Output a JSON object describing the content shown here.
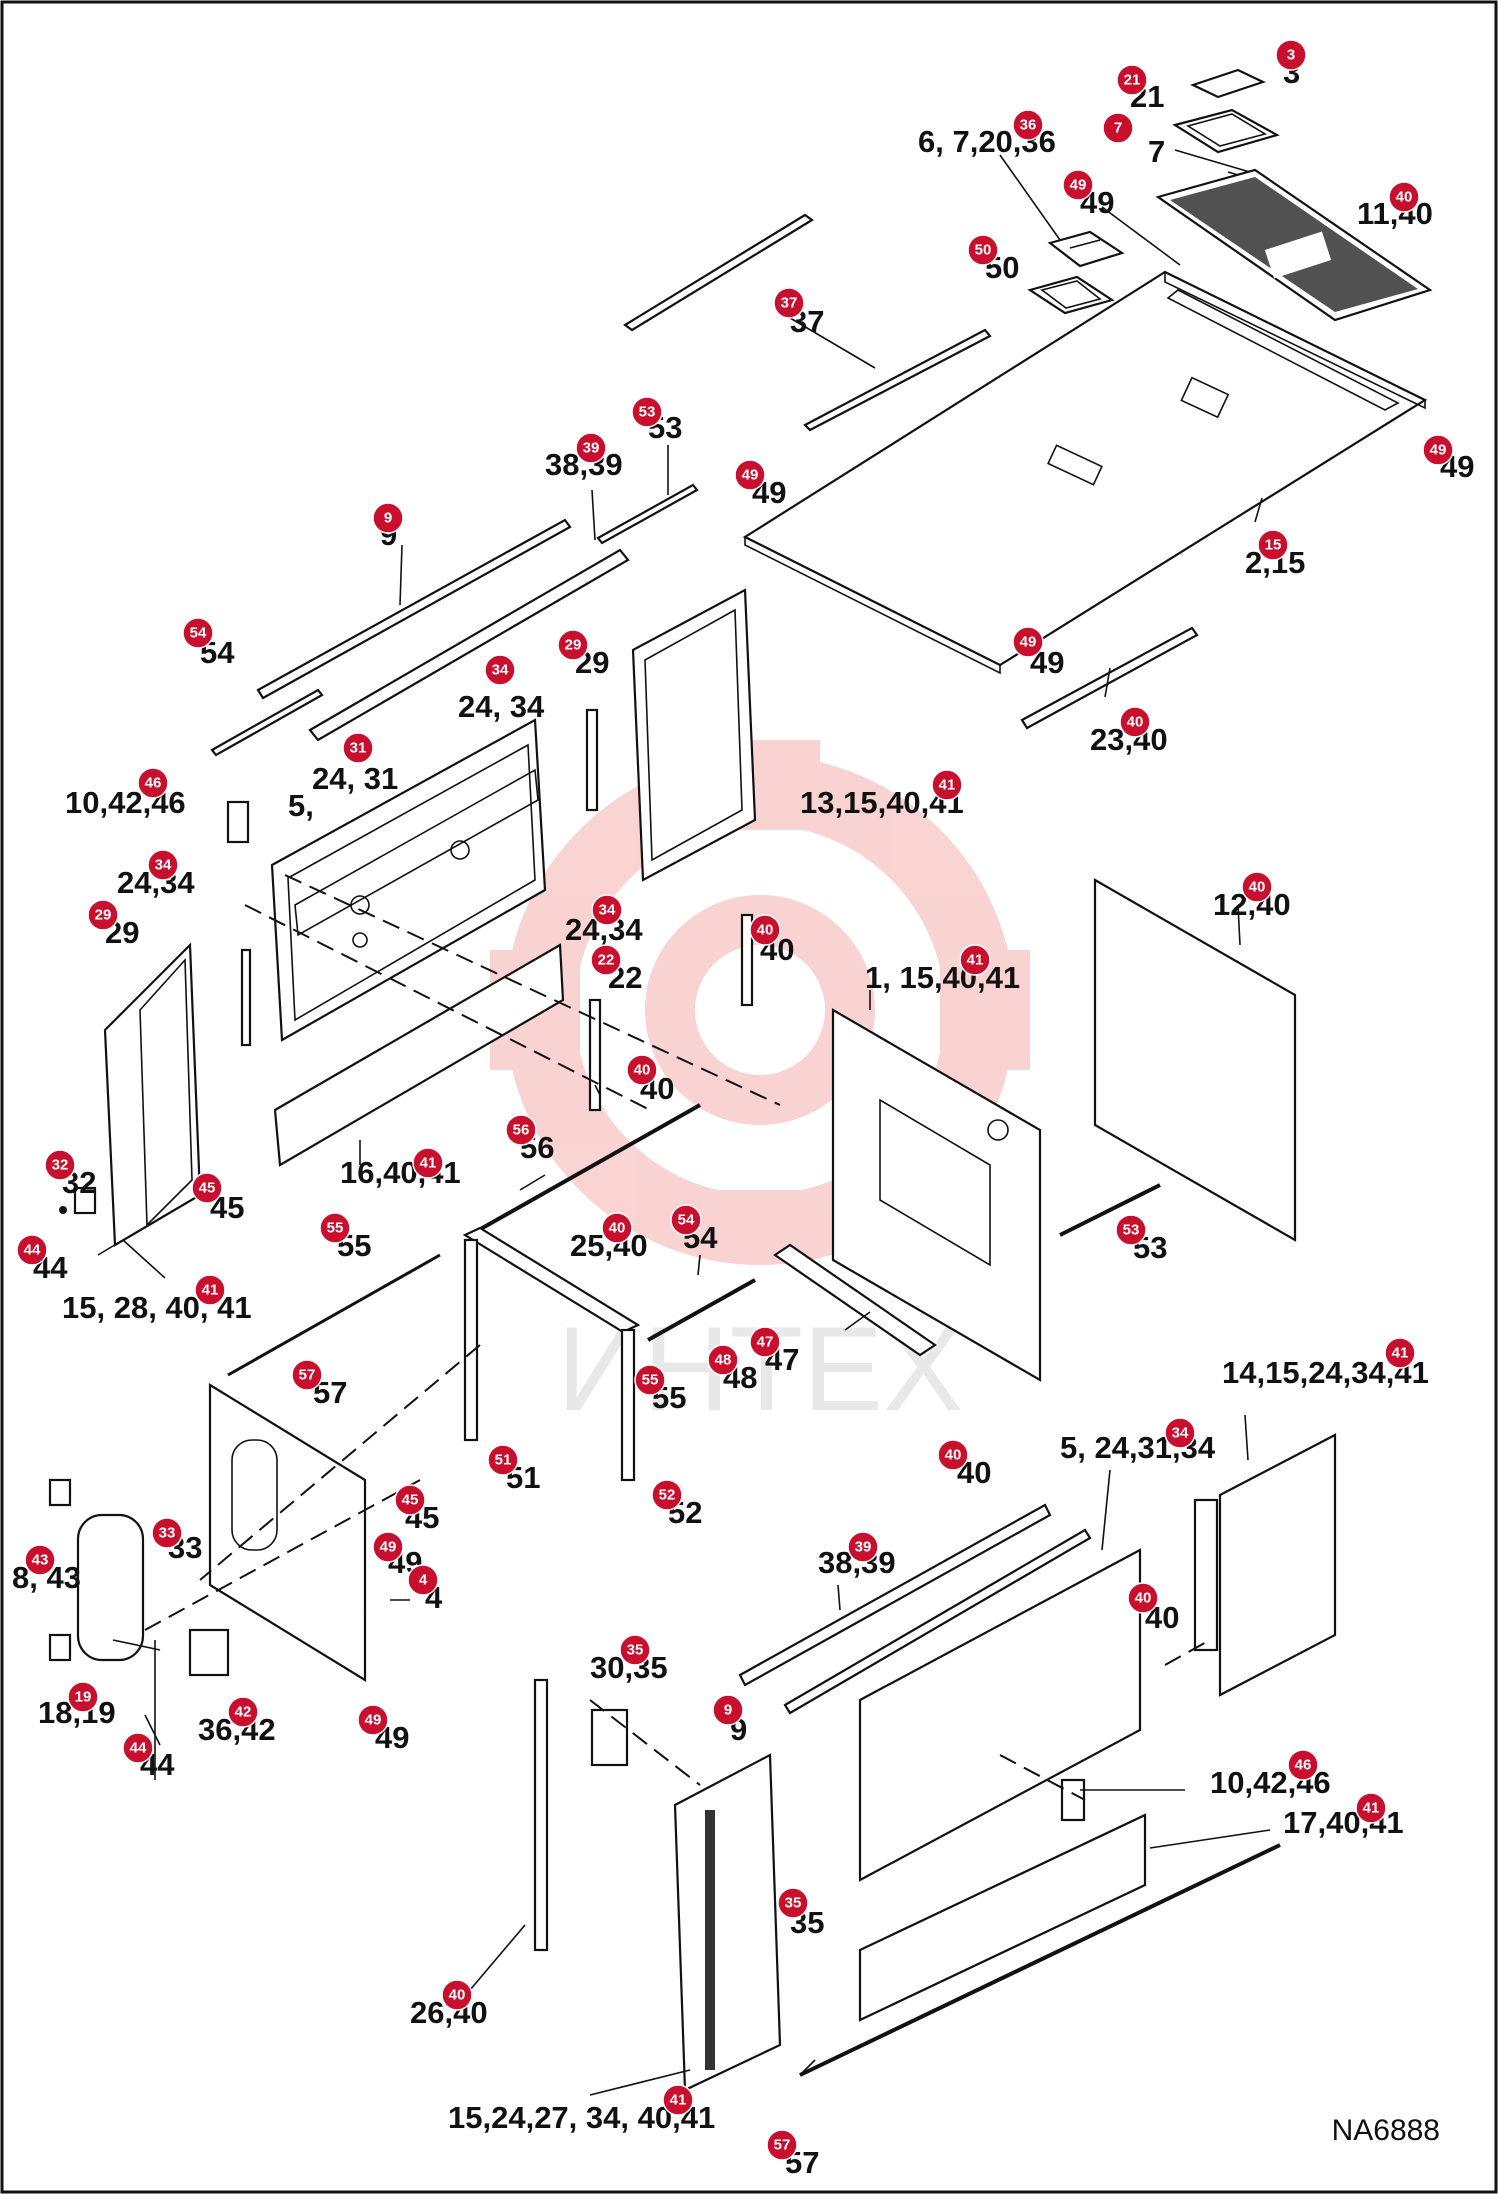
{
  "figure_id": "NA6888",
  "watermark_text": "ИНТЕХ",
  "colors": {
    "callout": "#c8102e",
    "ink": "#111111",
    "watermark": "#f6b6b6"
  },
  "labels": [
    "3",
    "21",
    "6, 7,20,36",
    "7",
    "49",
    "11,40",
    "50",
    "37",
    "53",
    "38,39",
    "49",
    "49",
    "9",
    "2,15",
    "54",
    "29",
    "24, 34",
    "49",
    "23,40",
    "24, 31",
    "10,42,46",
    "5,",
    "13,15,40,41",
    "24,34",
    "29",
    "24,34",
    "22",
    "40",
    "12,40",
    "1, 15,40,41",
    "40",
    "32",
    "45",
    "16,40,41",
    "56",
    "53",
    "44",
    "15, 28, 40, 41",
    "55",
    "25,40",
    "54",
    "57",
    "48",
    "47",
    "55",
    "14,15,24,34,41",
    "51",
    "52",
    "5, 24,31,34",
    "40",
    "45",
    "33",
    "8, 43",
    "49",
    "4",
    "38,39",
    "40",
    "30,35",
    "18,19",
    "36,42",
    "44",
    "49",
    "9",
    "10,42,46",
    "17,40,41",
    "35",
    "26,40",
    "15,24,27, 34, 40,41",
    "57"
  ],
  "callouts": [
    "3",
    "21",
    "36",
    "7",
    "49",
    "40",
    "50",
    "37",
    "53",
    "39",
    "49",
    "49",
    "9",
    "15",
    "54",
    "29",
    "34",
    "49",
    "40",
    "31",
    "46",
    "41",
    "34",
    "29",
    "34",
    "22",
    "40",
    "40",
    "41",
    "40",
    "32",
    "45",
    "41",
    "56",
    "53",
    "44",
    "41",
    "55",
    "40",
    "54",
    "57",
    "48",
    "47",
    "55",
    "41",
    "51",
    "52",
    "34",
    "40",
    "45",
    "33",
    "43",
    "49",
    "4",
    "39",
    "40",
    "35",
    "19",
    "42",
    "44",
    "49",
    "9",
    "46",
    "41",
    "35",
    "40",
    "41",
    "57"
  ]
}
